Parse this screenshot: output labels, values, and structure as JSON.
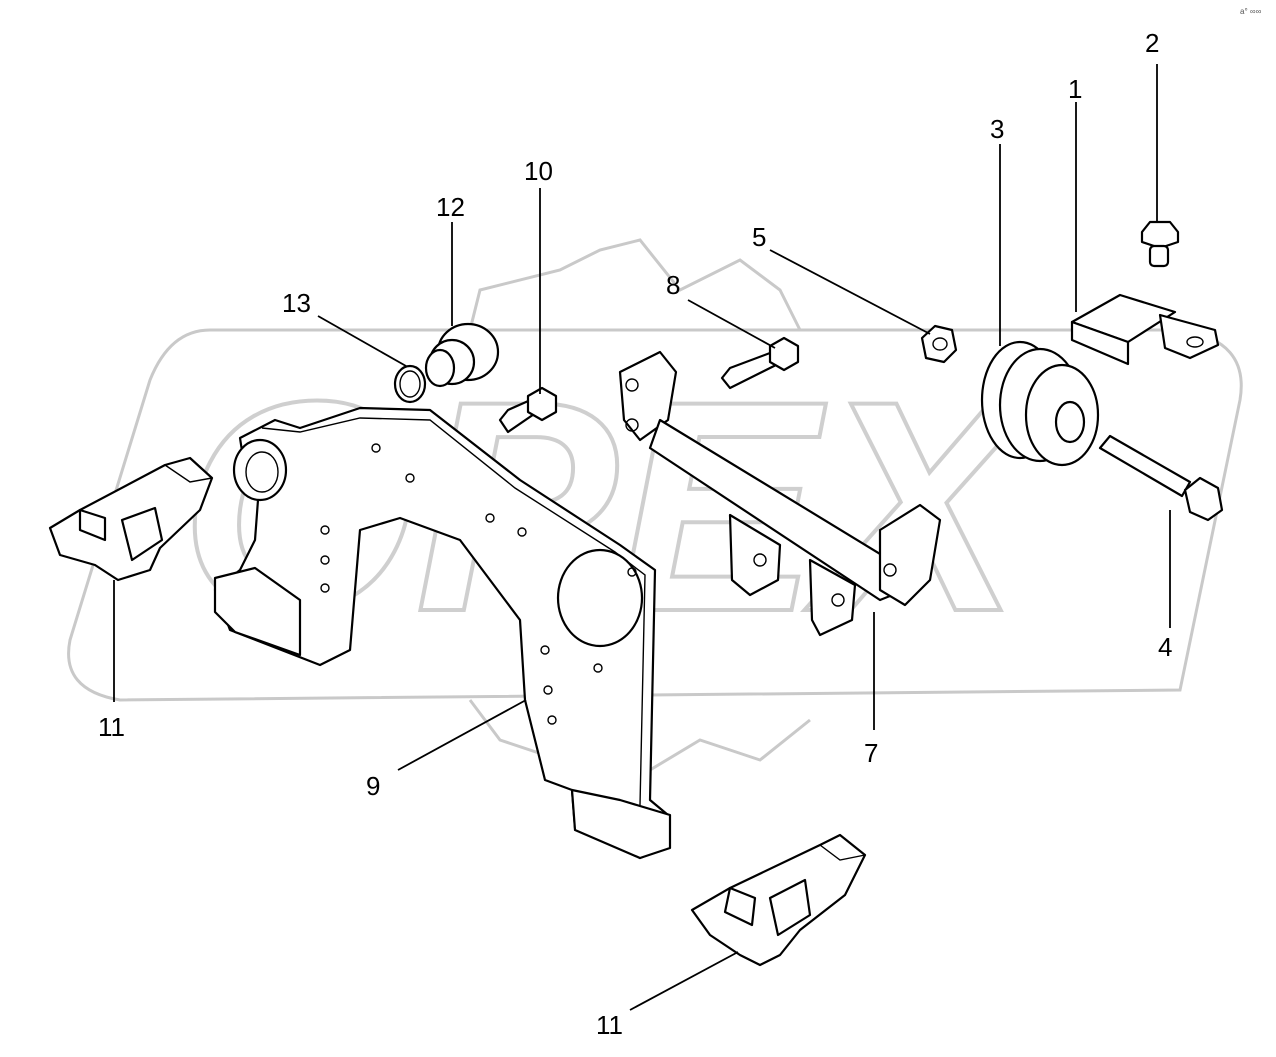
{
  "diagram": {
    "callouts": [
      {
        "id": "1",
        "label": "1"
      },
      {
        "id": "2",
        "label": "2"
      },
      {
        "id": "3",
        "label": "3"
      },
      {
        "id": "4",
        "label": "4"
      },
      {
        "id": "5",
        "label": "5"
      },
      {
        "id": "7",
        "label": "7"
      },
      {
        "id": "8",
        "label": "8"
      },
      {
        "id": "9",
        "label": "9"
      },
      {
        "id": "10",
        "label": "10"
      },
      {
        "id": "11a",
        "label": "11"
      },
      {
        "id": "11b",
        "label": "11"
      },
      {
        "id": "12",
        "label": "12"
      },
      {
        "id": "13",
        "label": "13"
      }
    ],
    "watermark": {
      "text": "OPEX"
    },
    "corner_mark": "a° ∞∞"
  }
}
